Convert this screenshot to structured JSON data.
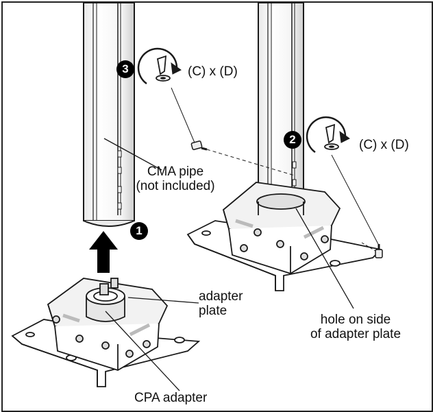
{
  "steps": [
    {
      "number": "1"
    },
    {
      "number": "2",
      "multiplier": "(C) x (D)"
    },
    {
      "number": "3",
      "multiplier": "(C) x (D)"
    }
  ],
  "labels": {
    "cma_pipe_line1": "CMA pipe",
    "cma_pipe_line2": "(not included)",
    "adapter_plate_line1": "adapter",
    "adapter_plate_line2": "plate",
    "hole_line1": "hole on side",
    "hole_line2": "of adapter plate",
    "cpa_adapter": "CPA adapter"
  },
  "icons": [
    "allen-wrench-rotate-icon",
    "up-arrow-icon",
    "screw-icon"
  ],
  "colors": {
    "line": "#1a1a1a",
    "fill": "#ffffff",
    "shade": "#cfcfcf",
    "badge": "#000000"
  }
}
